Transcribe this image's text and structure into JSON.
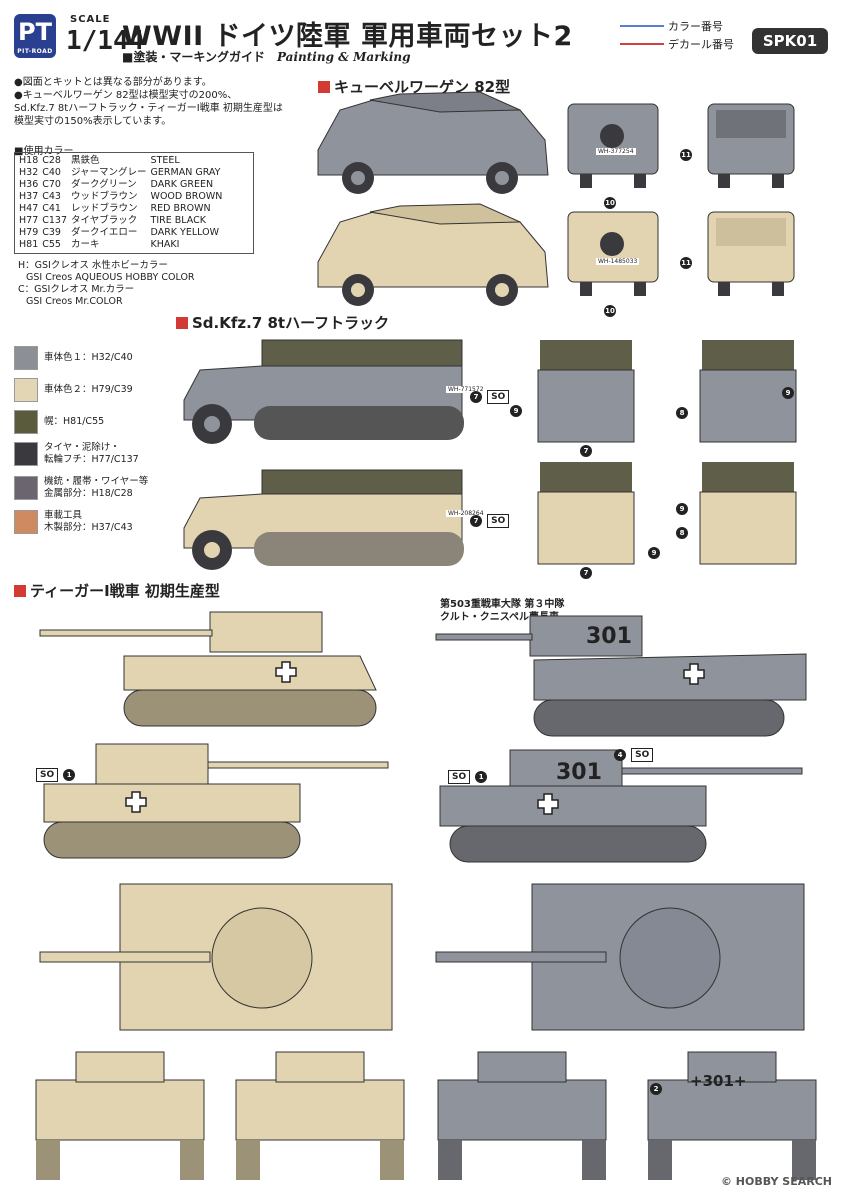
{
  "header": {
    "logo_text": "PT",
    "logo_sub": "PIT-ROAD",
    "scale_word": "SCALE",
    "scale_value": "1/144",
    "title": "WWII ドイツ陸軍 軍用車両セット2",
    "subtitle_jp": "■塗装・マーキングガイド",
    "subtitle_en": "Painting & Marking",
    "legend_color": "カラー番号",
    "legend_decal": "デカール番号",
    "product_code": "SPK01"
  },
  "colors": {
    "blue_line": "#5a7fd0",
    "red_line": "#d04040",
    "accent": "#d23a33"
  },
  "notes": [
    "●図面とキットとは異なる部分があります。",
    "●キューベルワーゲン 82型は模型実寸の200%、",
    "Sd.Kfz.7 8tハーフトラック・ティーガーⅠ戦車 初期生産型は",
    "模型実寸の150%表示しています。"
  ],
  "colors_heading": "■使用カラー",
  "paint_table": [
    {
      "h": "H18",
      "c": "C28",
      "jp": "黒鉄色",
      "en": "STEEL"
    },
    {
      "h": "H32",
      "c": "C40",
      "jp": "ジャーマングレー",
      "en": "GERMAN GRAY"
    },
    {
      "h": "H36",
      "c": "C70",
      "jp": "ダークグリーン",
      "en": "DARK GREEN"
    },
    {
      "h": "H37",
      "c": "C43",
      "jp": "ウッドブラウン",
      "en": "WOOD BROWN"
    },
    {
      "h": "H47",
      "c": "C41",
      "jp": "レッドブラウン",
      "en": "RED BROWN"
    },
    {
      "h": "H77",
      "c": "C137",
      "jp": "タイヤブラック",
      "en": "TIRE BLACK"
    },
    {
      "h": "H79",
      "c": "C39",
      "jp": "ダークイエロー",
      "en": "DARK YELLOW"
    },
    {
      "h": "H81",
      "c": "C55",
      "jp": "カーキ",
      "en": "KHAKI"
    }
  ],
  "gsi_notes": [
    "H：GSIクレオス 水性ホビーカラー",
    "GSI Creos AQUEOUS HOBBY COLOR",
    "C：GSIクレオス Mr.カラー",
    "GSI Creos Mr.COLOR"
  ],
  "sections": {
    "kubel": "キューベルワーゲン 82型",
    "sdkfz": "Sd.Kfz.7 8tハーフトラック",
    "tiger": "ティーガーⅠ戦車 初期生産型"
  },
  "swatches": [
    {
      "color": "#8c8f96",
      "label1": "車体色１：H32/C40",
      "label2": ""
    },
    {
      "color": "#e3d6b4",
      "label1": "車体色２：H79/C39",
      "label2": ""
    },
    {
      "color": "#5a5a3c",
      "label1": "幌：H81/C55",
      "label2": ""
    },
    {
      "color": "#3a3a3e",
      "label1": "タイヤ・泥除け・",
      "label2": "転輪フチ：H77/C137"
    },
    {
      "color": "#6b6570",
      "label1": "機銃・履帯・ワイヤー等",
      "label2": "金属部分：H18/C28"
    },
    {
      "color": "#d08a62",
      "label1": "車載工具",
      "label2": "木製部分：H37/C43"
    }
  ],
  "unit_caption": [
    "第503重戦車大隊 第３中隊",
    "クルト・クニスペル曹長車"
  ],
  "decals": {
    "so": "SO",
    "n1": "1",
    "n2": "2",
    "n4": "4",
    "n7": "7",
    "n8": "8",
    "n9": "9",
    "n10": "10",
    "n11": "11",
    "turret_num": "301",
    "rear_num": "+301+"
  },
  "plates": {
    "kubel1": "WH-377254",
    "kubel2": "WH-1485033",
    "sd1": "WH-771572",
    "sd2": "WH-208264"
  },
  "vehicle_colors": {
    "gray": "#8f939c",
    "sand": "#e2d4b0",
    "canvas": "#5f5e49",
    "tire": "#3a3a3e",
    "dark": "#555"
  },
  "watermark": "© HOBBY SEARCH"
}
